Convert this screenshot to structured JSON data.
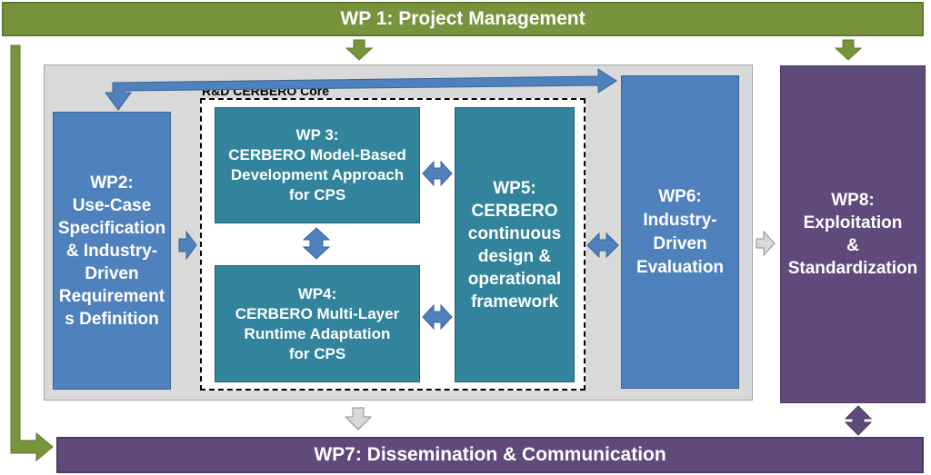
{
  "wp1": {
    "label": "WP 1: Project Management"
  },
  "rd_core": {
    "label": "R&D CERBERO Core"
  },
  "wp2": {
    "label": "WP2:\nUse-Case\nSpecification\n& Industry-\nDriven\nRequirement\ns Definition"
  },
  "wp3": {
    "label": "WP 3:\nCERBERO Model-Based\nDevelopment Approach\nfor CPS"
  },
  "wp4": {
    "label": "WP4:\nCERBERO Multi-Layer\nRuntime Adaptation\nfor CPS"
  },
  "wp5": {
    "label": "WP5:\nCERBERO\ncontinuous\ndesign &\noperational\nframework"
  },
  "wp6": {
    "label": "WP6:\nIndustry-\nDriven\nEvaluation"
  },
  "wp8": {
    "label": "WP8:\nExploitation\n&\nStandardization"
  },
  "wp7": {
    "label": "WP7: Dissemination & Communication"
  },
  "colors": {
    "management_green": "#77933c",
    "core_blue": "#4f81bd",
    "core_teal": "#31849b",
    "outreach_purple": "#604a7b",
    "core_gray": "#d9d9d9"
  }
}
